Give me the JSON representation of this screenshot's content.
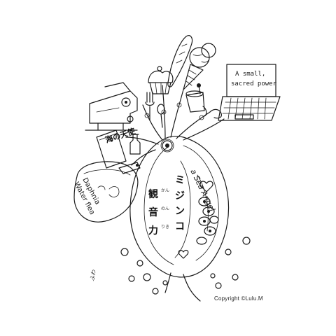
{
  "laptop": {
    "line1": "A small,",
    "line2": "sacred power"
  },
  "sign": {
    "text": "海の天使"
  },
  "jar_label": {
    "line1": "Daphnia",
    "line2": "Water flea"
  },
  "title": {
    "chars": [
      "ミ",
      "ジ",
      "ン",
      "コ",
      "観",
      "音",
      "力"
    ],
    "ruby": [
      "かん",
      "のん",
      "りき"
    ]
  },
  "body_script": "a Sea Angel",
  "corner_signature": "ふわ",
  "copyright": "Copyright ©Lulu.M",
  "icons": [
    "baguette",
    "ice-cream-cone",
    "cupcake",
    "fork",
    "paint-bucket",
    "sewing-machine",
    "laptop",
    "jar",
    "bottle",
    "daphnia-eye"
  ]
}
